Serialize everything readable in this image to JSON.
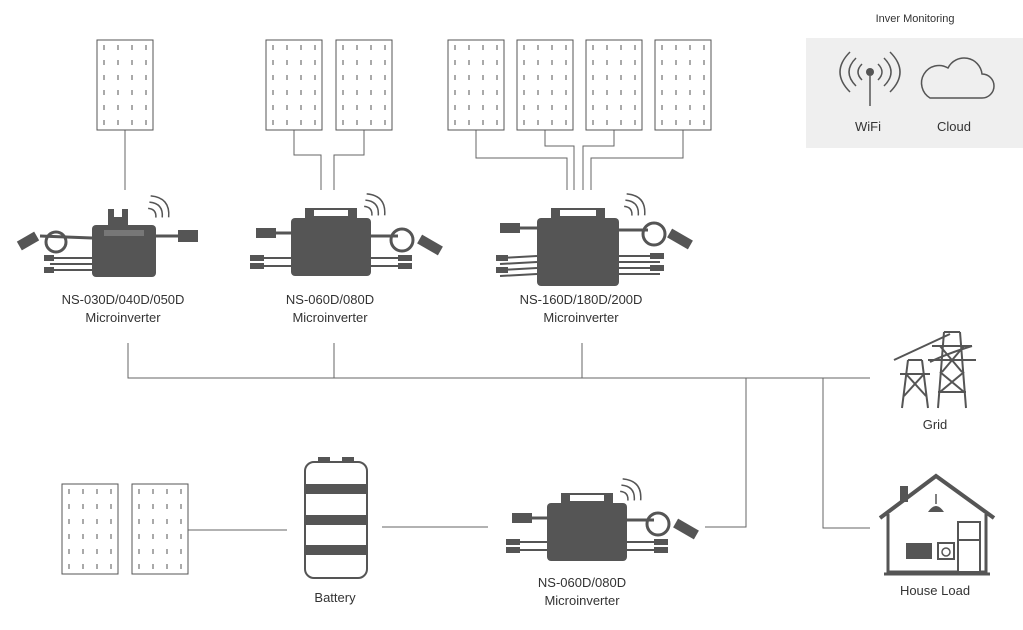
{
  "monitoring": {
    "title": "Inver Monitoring",
    "wifi_label": "WiFi",
    "cloud_label": "Cloud"
  },
  "inverters": [
    {
      "model": "NS-030D/040D/050D",
      "type": "Microinverter"
    },
    {
      "model": "NS-060D/080D",
      "type": "Microinverter"
    },
    {
      "model": "NS-160D/180D/200D",
      "type": "Microinverter"
    },
    {
      "model": "NS-060D/080D",
      "type": "Microinverter"
    }
  ],
  "grid_label": "Grid",
  "battery_label": "Battery",
  "house_label": "House Load",
  "colors": {
    "line": "#666666",
    "panel_border": "#555555",
    "device": "#555555",
    "monitor_bg": "#efefef"
  }
}
